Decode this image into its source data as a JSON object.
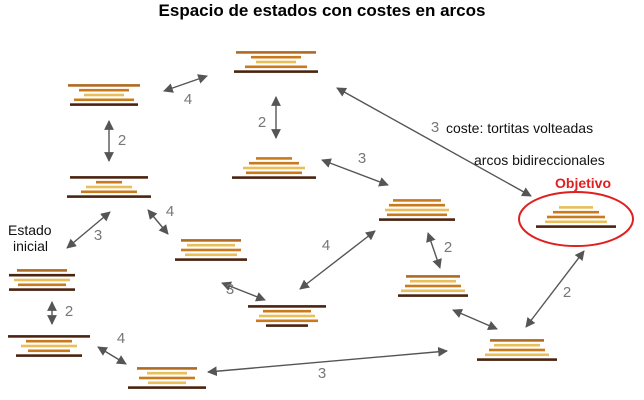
{
  "title": "Espacio de estados con costes en arcos",
  "legend": {
    "cost_note": "coste: tortitas volteadas",
    "arcs_note": "arcos bidireccionales"
  },
  "start_label": {
    "line1": "Estado",
    "line2": "inicial"
  },
  "goal_label": "Objetivo",
  "colors": {
    "goal": "#e02020",
    "edge": "#555555",
    "cost_text": "#777777",
    "pancakes": [
      "#4a2410",
      "#c97a1c",
      "#e8bf5a",
      "#b06a22"
    ]
  },
  "states": [
    {
      "id": "a",
      "name": "estado-a"
    },
    {
      "id": "b",
      "name": "estado-b"
    },
    {
      "id": "c",
      "name": "estado-c"
    },
    {
      "id": "d",
      "name": "estado-d"
    },
    {
      "id": "e",
      "name": "estado-e"
    },
    {
      "id": "f",
      "name": "estado-f"
    },
    {
      "id": "g",
      "name": "estado-g"
    },
    {
      "id": "h",
      "name": "estado-h"
    },
    {
      "id": "i",
      "name": "estado-i"
    },
    {
      "id": "j",
      "name": "estado-j"
    },
    {
      "id": "k",
      "name": "estado-k"
    },
    {
      "id": "l",
      "name": "estado-l"
    },
    {
      "id": "m",
      "name": "estado-m"
    },
    {
      "id": "n",
      "name": "estado-n"
    }
  ],
  "edges": [
    {
      "from": "a",
      "to": "b",
      "cost": "4"
    },
    {
      "from": "a",
      "to": "c",
      "cost": "2"
    },
    {
      "from": "b",
      "to": "d",
      "cost": "2"
    },
    {
      "from": "b",
      "to": "j",
      "cost": "3"
    },
    {
      "from": "d",
      "to": "e",
      "cost": "3"
    },
    {
      "from": "c",
      "to": "f",
      "cost": "3"
    },
    {
      "from": "c",
      "to": "g",
      "cost": "4"
    },
    {
      "from": "g",
      "to": "h",
      "cost": "3"
    },
    {
      "from": "e",
      "to": "h",
      "cost": "4"
    },
    {
      "from": "e",
      "to": "i",
      "cost": "2"
    },
    {
      "from": "f",
      "to": "k",
      "cost": "2"
    },
    {
      "from": "k",
      "to": "m",
      "cost": "4"
    },
    {
      "from": "m",
      "to": "n",
      "cost": "3"
    },
    {
      "from": "i",
      "to": "n",
      "cost": ""
    },
    {
      "from": "j",
      "to": "n",
      "cost": "2"
    }
  ]
}
